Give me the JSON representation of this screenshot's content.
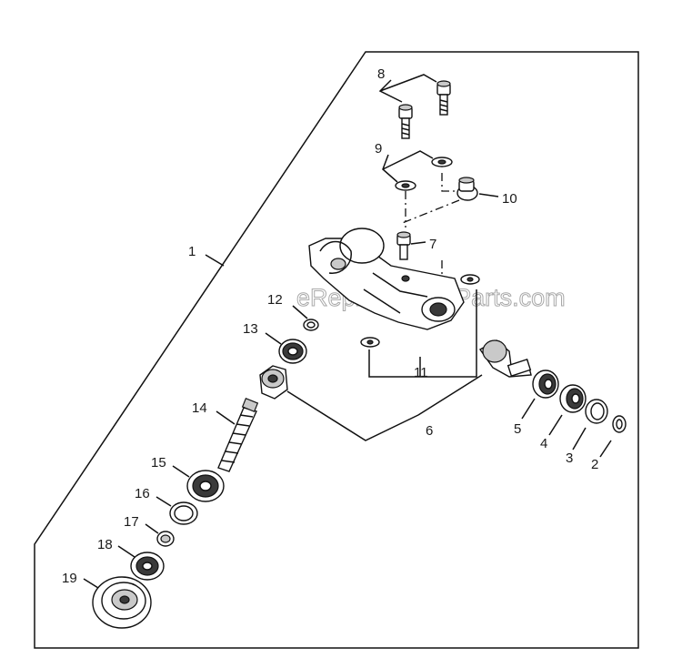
{
  "watermark": "eReplacementParts.com",
  "callouts": [
    "1",
    "2",
    "3",
    "4",
    "5",
    "6",
    "7",
    "8",
    "9",
    "10",
    "11",
    "12",
    "13",
    "14",
    "15",
    "16",
    "17",
    "18",
    "19"
  ],
  "parts": [
    "housing-assembly",
    "retaining-ring",
    "washer",
    "bearing",
    "bearing",
    "gear-set",
    "bolt",
    "bolt",
    "washer",
    "grease-plug",
    "nut",
    "retaining-ring",
    "bearing",
    "shaft",
    "bearing",
    "retaining-ring",
    "collar",
    "bearing",
    "holder"
  ]
}
